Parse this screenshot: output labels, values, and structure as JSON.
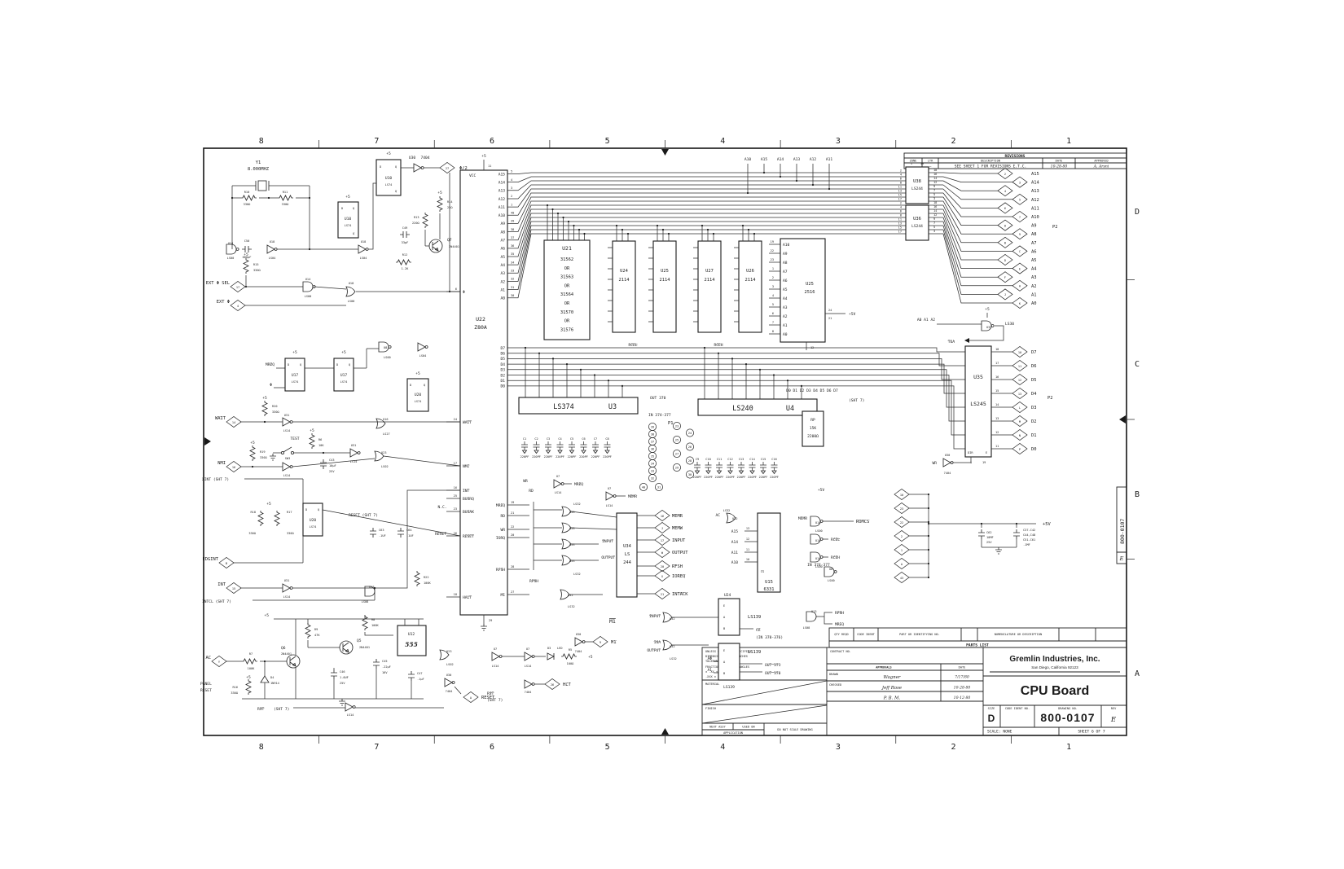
{
  "zones": {
    "top": [
      "8",
      "7",
      "6",
      "5",
      "4",
      "3",
      "2",
      "1"
    ],
    "bottom": [
      "8",
      "7",
      "6",
      "5",
      "4",
      "3",
      "2",
      "1"
    ],
    "right": [
      "D",
      "C",
      "B",
      "A"
    ]
  },
  "revisions": {
    "title": "REVISIONS",
    "cols": {
      "zone": "ZONE",
      "ltr": "LTR",
      "desc": "DESCRIPTION",
      "date": "DATE",
      "approved": "APPROVED"
    },
    "row": {
      "ltr": "—",
      "desc": "SEE SHEET 1 FOR REVISIONS  E.T.C.",
      "date": "10-28-80",
      "approved": "A. Arsni"
    }
  },
  "tb": {
    "parts": {
      "qty": "QTY REQD",
      "code": "CODE IDENT",
      "part": "PART OR IDENTIFYING NO.",
      "nomen": "NOMENCLATURE OR DESCRIPTION",
      "title": "PARTS LIST"
    },
    "tol": [
      "UNLESS OTHERWISE SPECIFIED",
      "DIMENSIONS ARE IN INCHES",
      "TOLERANCES ARE:",
      "FRACTIONS   DECIMALS   ANGLES",
      "±       .XX ±       ±",
      "        .XXX ±"
    ],
    "material": "MATERIAL",
    "finish": "FINISH",
    "contract": "CONTRACT NO.",
    "approvals": "APPROVALS",
    "date": "DATE",
    "drawn_label": "DRAWN",
    "drawn_name": "Wagner",
    "drawn_date": "7/17/80",
    "checked_label": "CHECKED",
    "checked_name": "Jeff Rose",
    "checked_date": "10-28-80",
    "row3_name": "P. B. M.",
    "row3_date": "10-12-80",
    "company": "Gremlin Industries, Inc.",
    "address": "San Diego, California 92123",
    "title": "CPU Board",
    "size_label": "SIZE",
    "size": "D",
    "code_label": "CODE IDENT NO.",
    "dwg_label": "DRAWING NO.",
    "dwg_no": "800-0107",
    "rev_label": "REV",
    "rev": "E",
    "scale": "SCALE: NONE",
    "sheet": "SHEET 6 OF 7",
    "next_assy": "NEXT ASSY",
    "used_on": "USED ON",
    "application": "APPLICATION",
    "dns": "DO NOT SCALE DRAWING",
    "side_no": "800-0107",
    "side_rev": "E"
  },
  "sch": {
    "p5": "+5",
    "p5v": "+5V",
    "nc": "N.C.",
    "y1": "Y1",
    "y1f": "8.000MHZ",
    "r10": "R10",
    "r11": "R11",
    "r330": "330Ω",
    "c50": "C50",
    "c50v": "680pF",
    "u14a": "U14",
    "ls00": "LS00",
    "u18a": "U18",
    "ls04": "LS04",
    "u10": "U10",
    "ls74": "LS74",
    "u30": "U30",
    "n7404": "7404",
    "dff_d": "D",
    "dff_q": "Q",
    "phi": "Φ",
    "phi2d": {
      "p": "27",
      "l": "Φ/2"
    },
    "r14": "R14",
    "o22": "22Ω",
    "r13": "R13",
    "o220": "220Ω",
    "q7": "Q7",
    "q2n": "2N4401",
    "c49": "C49",
    "c49v": "33pF",
    "r12": "R12",
    "k12": "1.2K",
    "r15": "R15",
    "u22": "U22",
    "z80a": "Z80A",
    "vcc": "VCC",
    "pin11": "11",
    "pin29": "29",
    "z80_left": [
      {
        "p": "6",
        "l": "Φ"
      },
      {
        "p": "24",
        "l": "WAIT"
      },
      {
        "p": "17",
        "l": "NMI"
      },
      {
        "p": "16",
        "l": "INT"
      },
      {
        "p": "25",
        "l": "BUSRQ"
      },
      {
        "p": "23",
        "l": "BUSAK"
      },
      {
        "p": "26",
        "l": "RESET"
      },
      {
        "p": "18",
        "l": "HALT"
      }
    ],
    "z80_addr": [
      {
        "p": "5",
        "l": "A15"
      },
      {
        "p": "4",
        "l": "A14"
      },
      {
        "p": "3",
        "l": "A13"
      },
      {
        "p": "2",
        "l": "A12"
      },
      {
        "p": "1",
        "l": "A11"
      },
      {
        "p": "40",
        "l": "A10"
      },
      {
        "p": "39",
        "l": "A9"
      },
      {
        "p": "38",
        "l": "A8"
      },
      {
        "p": "37",
        "l": "A7"
      },
      {
        "p": "36",
        "l": "A6"
      },
      {
        "p": "35",
        "l": "A5"
      },
      {
        "p": "34",
        "l": "A4"
      },
      {
        "p": "33",
        "l": "A3"
      },
      {
        "p": "32",
        "l": "A2"
      },
      {
        "p": "31",
        "l": "A1"
      },
      {
        "p": "30",
        "l": "A0"
      }
    ],
    "z80_data": [
      "D7",
      "D6",
      "D5",
      "D4",
      "D3",
      "D2",
      "D1",
      "D0"
    ],
    "z80_ctl": [
      {
        "p": "19",
        "l": "MREQ"
      },
      {
        "p": "21",
        "l": "RD"
      },
      {
        "p": "22",
        "l": "WR"
      },
      {
        "p": "20",
        "l": "IORQ"
      },
      {
        "p": "28",
        "l": "RFSH"
      },
      {
        "p": "27",
        "l": "M1"
      }
    ],
    "u21": "U21",
    "rom_lines": [
      "31562",
      "OR",
      "31563",
      "OR",
      "31564",
      "OR",
      "31570",
      "OR",
      "31576"
    ],
    "rams": [
      {
        "id": "U24",
        "part": "2114"
      },
      {
        "id": "U25",
        "part": "2114"
      },
      {
        "id": "U27",
        "part": "2114"
      },
      {
        "id": "U26",
        "part": "2114"
      }
    ],
    "eprom_id": "U25",
    "eprom_part": "2516",
    "eprom_pins": [
      "A10",
      "A9",
      "A8",
      "A7",
      "A6",
      "A5",
      "A4",
      "A3",
      "A2",
      "A1",
      "A0"
    ],
    "eprom_nums": [
      "19",
      "22",
      "23",
      "1",
      "2",
      "3",
      "4",
      "5",
      "6",
      "7",
      "8"
    ],
    "pin24": "24",
    "pin21": "21",
    "pin12": "12",
    "addr_top": [
      "A10",
      "A15",
      "A14",
      "A13",
      "A12",
      "A11"
    ],
    "u38": "U38",
    "u36": "U36",
    "ls244": "LS244",
    "pin1": "1",
    "pin19": "19",
    "buf_in": [
      "2",
      "4",
      "6",
      "8",
      "11",
      "13",
      "15",
      "17"
    ],
    "buf_out": [
      "18",
      "16",
      "14",
      "12",
      "9",
      "7",
      "5",
      "3"
    ],
    "addr_d": [
      {
        "p": "2",
        "l": "A15"
      },
      {
        "p": "3",
        "l": "A14"
      },
      {
        "p": "4",
        "l": "A13"
      },
      {
        "p": "5",
        "l": "A12"
      },
      {
        "p": "6",
        "l": "A11"
      },
      {
        "p": "7",
        "l": "A10"
      },
      {
        "p": "8",
        "l": "A9"
      },
      {
        "p": "9",
        "l": "A8"
      },
      {
        "p": "B",
        "l": "A7"
      },
      {
        "p": "C",
        "l": "A6"
      },
      {
        "p": "D",
        "l": "A5"
      },
      {
        "p": "E",
        "l": "A4"
      },
      {
        "p": "F",
        "l": "A3"
      },
      {
        "p": "H",
        "l": "A2"
      },
      {
        "p": "J",
        "l": "A1"
      },
      {
        "p": "K",
        "l": "A0"
      }
    ],
    "p2": "P2",
    "u37": "U37",
    "ls30": "LS30",
    "toa": "TOA",
    "a012": "A0 A1 A2",
    "u35": "U35",
    "ls245": "LS245",
    "dir": "DIR",
    "en": "E",
    "wr": "WR",
    "u35_out": [
      "18",
      "17",
      "16",
      "15",
      "14",
      "13",
      "12",
      "11"
    ],
    "data_d": [
      {
        "p": "10",
        "l": "D7"
      },
      {
        "p": "11",
        "l": "D6"
      },
      {
        "p": "12",
        "l": "D5"
      },
      {
        "p": "13",
        "l": "D4"
      },
      {
        "p": "L",
        "l": "D3"
      },
      {
        "p": "M",
        "l": "D2"
      },
      {
        "p": "N",
        "l": "D1"
      },
      {
        "p": "P",
        "l": "D0"
      }
    ],
    "u3p": "LS374",
    "u3": "U3",
    "u4p": "LS240",
    "u4": "U4",
    "out370": "OUT 370",
    "in374": "IN 374-377",
    "p1": "P1",
    "p1l": [
      "39",
      "38",
      "37",
      "36",
      "35",
      "34",
      "33",
      "32",
      "40",
      "31"
    ],
    "p1r": [
      "23",
      "24",
      "25",
      "26",
      "27",
      "28",
      "29",
      "30"
    ],
    "caps1": [
      "C1",
      "C2",
      "C3",
      "C4",
      "C5",
      "C6",
      "C7",
      "C8"
    ],
    "caps2": [
      "C9",
      "C10",
      "C11",
      "C12",
      "C13",
      "C14",
      "C15",
      "C16"
    ],
    "pf": "220PF",
    "rp": [
      "RP",
      "15K",
      "2200Ω"
    ],
    "dbus_row": "D0 D1 D2 D3 D4 D5 D6 D7",
    "sht7": "(SHT 7)",
    "u7": "U7",
    "ls14": "LS14",
    "mreq": "MREQ",
    "memr": "MEMR",
    "u33": "U33",
    "ls32": "LS32",
    "input": "INPUT",
    "output": "OUTPUT",
    "u34": "U34",
    "lst": "LS",
    "n244": "244",
    "ctl_d": [
      {
        "p": "16",
        "l": "MEMR"
      },
      {
        "p": "J",
        "l": "MEMW"
      },
      {
        "p": "17",
        "l": "INPUT"
      },
      {
        "p": "W",
        "l": "OUTPUT"
      },
      {
        "p": "20",
        "l": "RFSH"
      },
      {
        "p": "X",
        "l": "IOREQ"
      },
      {
        "p": "21",
        "l": "INTACK"
      }
    ],
    "rfsh": "RFSH",
    "m1": "M1",
    "iga": "IGA",
    "u32": "U32",
    "ac": "AC",
    "u15": "U15",
    "n6331": "6331",
    "cs": "CS",
    "u15_in": [
      {
        "p": "13",
        "l": "A15"
      },
      {
        "p": "12",
        "l": "A14"
      },
      {
        "p": "11",
        "l": "A11"
      },
      {
        "p": "10",
        "l": "A10"
      }
    ],
    "u14g": "U14",
    "romcs": "ROMCS",
    "rcel": "RCEL",
    "rceh": "RCEH",
    "u8": "U8",
    "misc_d": [
      "10",
      "23",
      "22",
      "2",
      "1",
      "A",
      "43"
    ],
    "c62": [
      "C62",
      "10MF",
      "25V"
    ],
    "byp": [
      "C37-C42",
      "C44,C48",
      "C51-C61",
      ".1MF"
    ],
    "u13": "U13",
    "ls08": "LS08",
    "cz": "CZ",
    "in370": "(IN 370-376)",
    "out371": "OUT 371",
    "out370b": "OUT 370",
    "ls139": "LS139",
    "u24": "U24",
    "a0": "AΦ",
    "a1": "A1",
    "e_l": "E",
    "a_l": "A",
    "b_l": "B",
    "u17": "U17",
    "u16": "U16",
    "ls27": "LS27",
    "u20": "U20",
    "u31": "U31",
    "u23": "U23",
    "ls02": "LS02",
    "wait": "WAIT",
    "r20": "R20",
    "test": "TEST",
    "sw3": "SW3",
    "r6": "R6",
    "k10": "10K",
    "c43": "C43",
    "c43v": "10µF",
    "v25": "25V",
    "v16": "16V",
    "r19": "R19",
    "nmi": "NMI",
    "xint": "XINT (SHT 7)",
    "r18": "R18",
    "r17": "R17",
    "reset_sht": "RESET (SHT 7)",
    "c63": "C63",
    "c64": "C64",
    "uf1": ".1UF",
    "r22": "R22",
    "k100": "100K",
    "reset": "RESET",
    "int_s": "INT",
    "intcl": "INTCL (SHT 7)",
    "r7": "R7",
    "q6": "Q6",
    "q5": "Q5",
    "d4": "D4",
    "in914": "1N914",
    "r16": "R16",
    "r9": "R9",
    "k47": "47K",
    "r8": "R8",
    "c46": "C46",
    "c46v": "1.0UF",
    "c45": "C45",
    "c45v": ".22µF",
    "c47": "C47",
    "c47v": ".1µF",
    "u12": "U12",
    "n555": "555",
    "panel": "PANEL",
    "rst": "RST",
    "sht7b": "(SHT 7)",
    "d3": "D3",
    "led": "LED",
    "r5": "R5",
    "o100": "100Ω",
    "hltd": {
      "p": "26",
      "l": "HLT"
    },
    "m1d": {
      "p": "9",
      "l": "M1"
    },
    "resetd": {
      "p": "A",
      "l": "RESET"
    },
    "left_d": [
      {
        "p": "17",
        "l": "EXT Φ SEL"
      },
      {
        "p": "4",
        "l": "EXT Φ"
      },
      {
        "p": "14",
        "l": "WAIT"
      },
      {
        "p": "16",
        "l": "NMI"
      },
      {
        "p": "B",
        "l": "EDGINT"
      },
      {
        "p": "15",
        "l": "INT"
      },
      {
        "p": "Y",
        "l": "AC"
      }
    ]
  }
}
